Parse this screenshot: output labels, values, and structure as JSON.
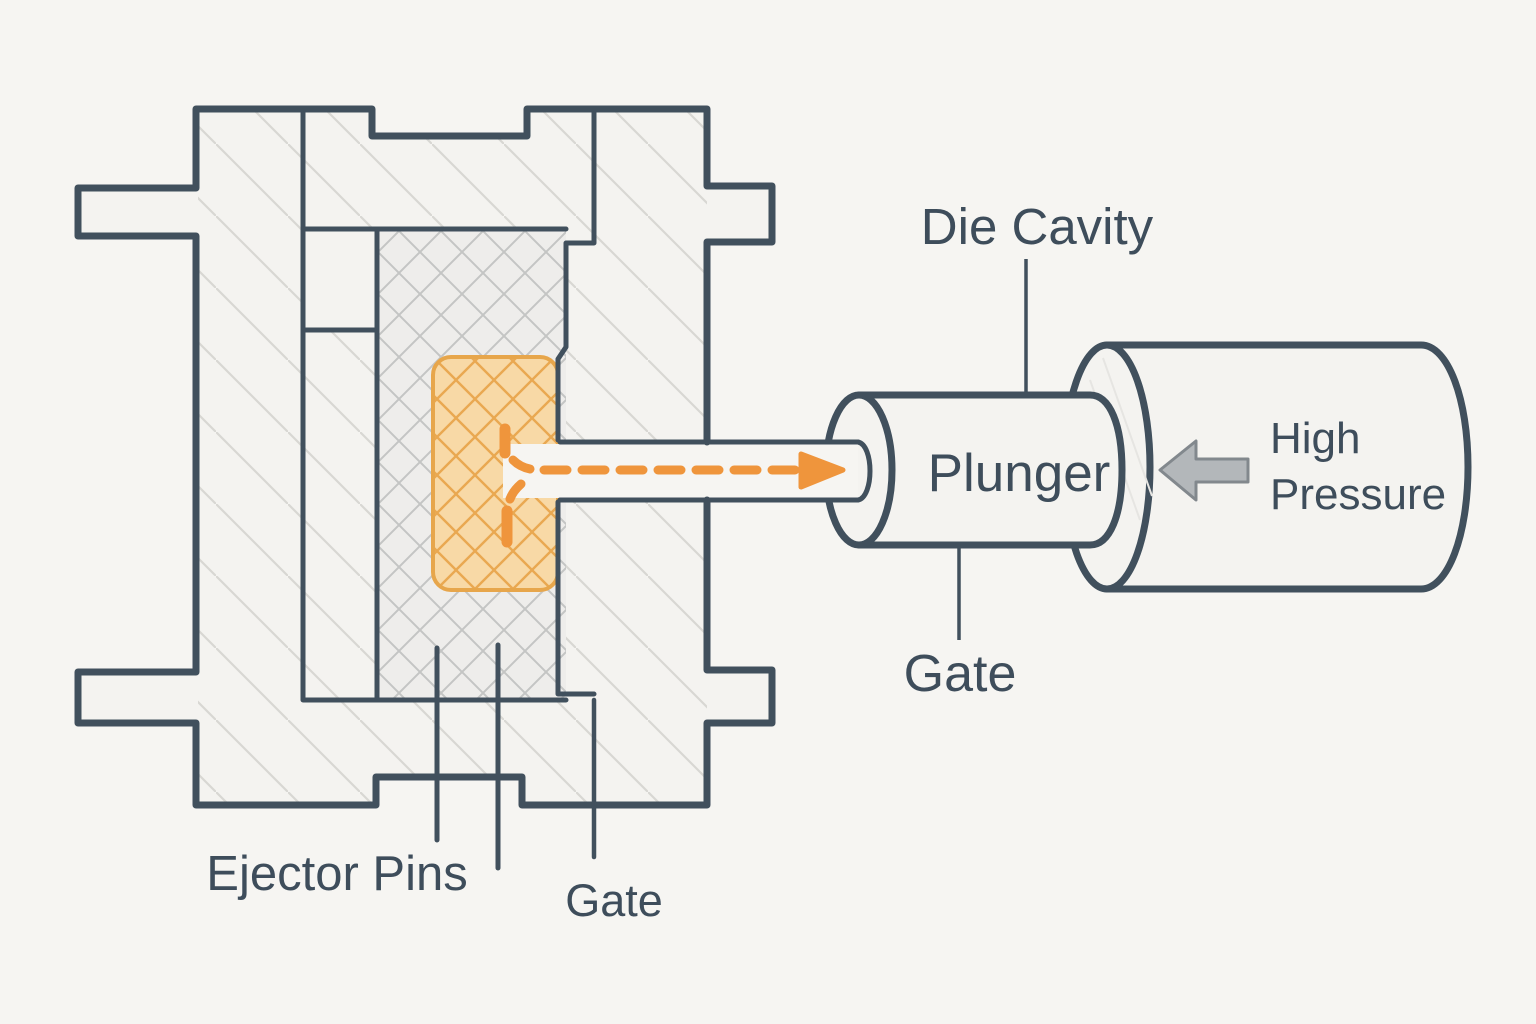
{
  "diagram": {
    "type": "die-casting-machine-cross-section",
    "labels": {
      "die_cavity": "Die Cavity",
      "plunger": "Plunger",
      "high_pressure_line1": "High",
      "high_pressure_line2": "Pressure",
      "gate_plunger": "Gate",
      "ejector_pins": "Ejector Pins",
      "gate_die": "Gate"
    },
    "icons": {
      "flow_arrow": "molten-metal-flow-dashed-arrow",
      "pressure_arrow": "high-pressure-left-arrow"
    },
    "colors": {
      "background": "#f6f5f2",
      "die_fill": "#f4f3f0",
      "hatch_line": "#d8d7d3",
      "outline": "#41505d",
      "insert_fill": "#eeedeb",
      "insert_line": "#c4c5c4",
      "cavity_fill": "#f8d9a6",
      "cavity_line": "#e9a851",
      "cavity_border": "#e7a64b",
      "flow": "#ef953c",
      "pressure_arrow_fill": "#b3b7ba",
      "pressure_arrow_stroke": "#82888d",
      "cylinder_hatch": "#e6e5e2",
      "text": "#3e4d5b"
    }
  }
}
